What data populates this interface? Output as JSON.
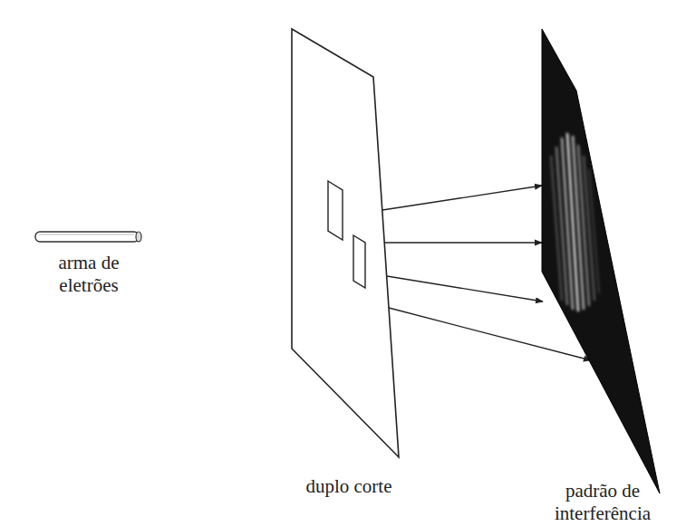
{
  "diagram": {
    "nodes": [
      {
        "text": [
          "arma de eletrões"
        ]
      },
      {
        "text": [
          "duplo corte"
        ]
      },
      {
        "text": [
          "padrão de interferência"
        ]
      }
    ],
    "edges": [
      {
        "from": 1,
        "to": 2,
        "arrow": "to"
      },
      {
        "from": 1,
        "to": 2,
        "arrow": "to"
      },
      {
        "from": 1,
        "to": 2,
        "arrow": "to"
      },
      {
        "from": 1,
        "to": 2,
        "arrow": "to"
      }
    ]
  }
}
